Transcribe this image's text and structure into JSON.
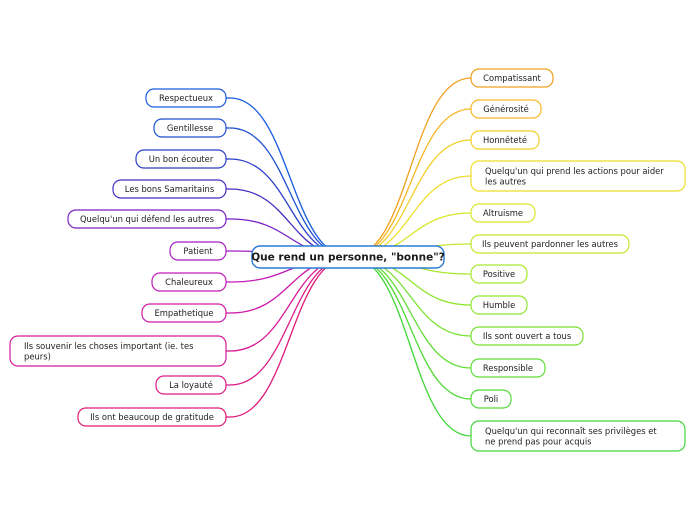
{
  "center": {
    "label": "Que rend un personne, \"bonne\"?",
    "color": "#2b7bd6"
  },
  "left_nodes": [
    {
      "label": "Respectueux",
      "color": "#1a5ce0",
      "lines": [
        "Respectueux"
      ]
    },
    {
      "label": "Gentillesse",
      "color": "#1f4fd2",
      "lines": [
        "Gentillesse"
      ]
    },
    {
      "label": "Un bon écouter",
      "color": "#2a3fc8",
      "lines": [
        "Un bon écouter"
      ]
    },
    {
      "label": "Les bons Samaritains",
      "color": "#4a2bc0",
      "lines": [
        "Les bons Samaritains"
      ]
    },
    {
      "label": "Quelqu'un qui défend les autres",
      "color": "#7a21c2",
      "lines": [
        "Quelqu'un qui défend les autres"
      ]
    },
    {
      "label": "Patient",
      "color": "#a61fc0",
      "lines": [
        "Patient"
      ]
    },
    {
      "label": "Chaleureux",
      "color": "#c21ab8",
      "lines": [
        "Chaleureux"
      ]
    },
    {
      "label": "Empathetique",
      "color": "#cf1aa8",
      "lines": [
        "Empathetique"
      ]
    },
    {
      "label": "Ils souvenir les choses important (ie. tes peurs)",
      "color": "#d61a98",
      "lines": [
        "Ils souvenir les choses important (ie. tes",
        "peurs)"
      ]
    },
    {
      "label": "La loyauté",
      "color": "#dc1a88",
      "lines": [
        "La loyauté"
      ]
    },
    {
      "label": "Ils ont beaucoup de gratitude",
      "color": "#e01a7a",
      "lines": [
        "Ils ont beaucoup de gratitude"
      ]
    }
  ],
  "right_nodes": [
    {
      "label": "Compatissant",
      "color": "#f0a020",
      "lines": [
        "Compatissant"
      ]
    },
    {
      "label": "Générosité",
      "color": "#f4b824",
      "lines": [
        "Générosité"
      ]
    },
    {
      "label": "Honnêteté",
      "color": "#f2cf28",
      "lines": [
        "Honnêteté"
      ]
    },
    {
      "label": "Quelqu'un qui prend les actions pour aider les autres",
      "color": "#eedd2a",
      "lines": [
        "Quelqu'un qui prend les actions pour aider",
        "les autres"
      ]
    },
    {
      "label": "Altruisme",
      "color": "#d8e62a",
      "lines": [
        "Altruisme"
      ]
    },
    {
      "label": "Ils peuvent pardonner les autres",
      "color": "#c4e82c",
      "lines": [
        "Ils peuvent pardonner les autres"
      ]
    },
    {
      "label": "Positive",
      "color": "#a8e82e",
      "lines": [
        "Positive"
      ]
    },
    {
      "label": "Humble",
      "color": "#90e630",
      "lines": [
        "Humble"
      ]
    },
    {
      "label": "Ils sont ouvert a tous",
      "color": "#78e232",
      "lines": [
        "Ils sont ouvert a tous"
      ]
    },
    {
      "label": "Responsible",
      "color": "#62de34",
      "lines": [
        "Responsible"
      ]
    },
    {
      "label": "Poli",
      "color": "#50da36",
      "lines": [
        "Poli"
      ]
    },
    {
      "label": "Quelqu'un qui reconnaît ses privilèges et ne prend pas pour acquis",
      "color": "#40d638",
      "lines": [
        "Quelqu'un qui reconnaît ses privilèges et",
        "ne prend pas pour acquis"
      ]
    }
  ]
}
